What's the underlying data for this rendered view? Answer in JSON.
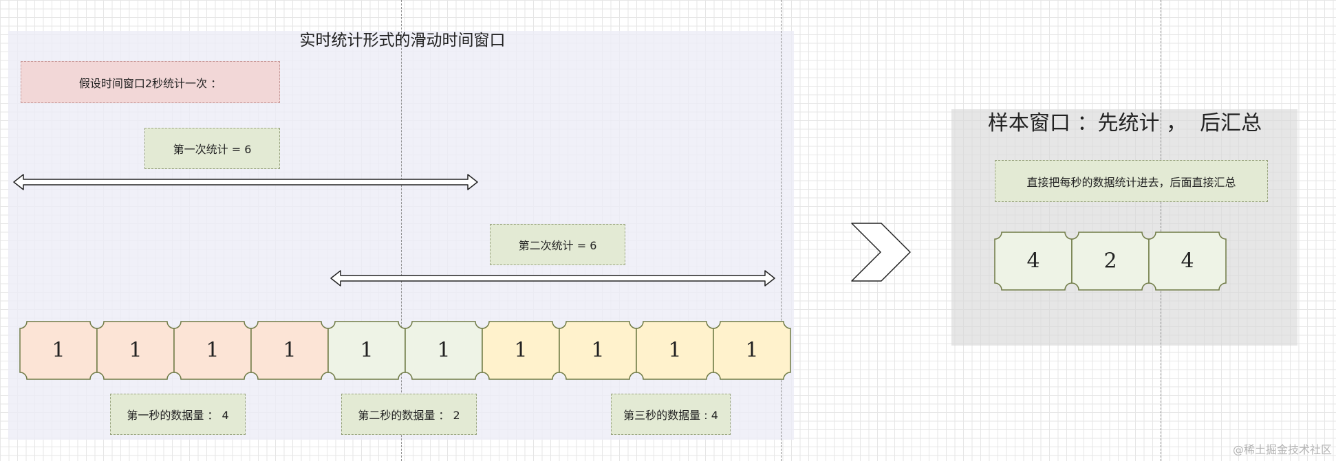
{
  "title_left": "实时统计形式的滑动时间窗口",
  "title_right": "样本窗口 ：先统计 ，  后汇总",
  "notes": {
    "assume": "假设时间窗口2秒统计一次 ：",
    "stat1": "第一次统计 = 6",
    "stat2": "第二次统计 = 6",
    "sec1": "第一秒的数据量 ： 4",
    "sec2": "第二秒的数据量 ： 2",
    "sec3": "第三秒的数据量 : 4",
    "direct": "直接把每秒的数据统计进去，后面直接汇总"
  },
  "sliding_cells": [
    {
      "value": "1",
      "group": "sec1"
    },
    {
      "value": "1",
      "group": "sec1"
    },
    {
      "value": "1",
      "group": "sec1"
    },
    {
      "value": "1",
      "group": "sec1"
    },
    {
      "value": "1",
      "group": "sec2"
    },
    {
      "value": "1",
      "group": "sec2"
    },
    {
      "value": "1",
      "group": "sec3"
    },
    {
      "value": "1",
      "group": "sec3"
    },
    {
      "value": "1",
      "group": "sec3"
    },
    {
      "value": "1",
      "group": "sec3"
    }
  ],
  "sample_cells": [
    {
      "value": "4"
    },
    {
      "value": "2"
    },
    {
      "value": "4"
    }
  ],
  "colors": {
    "sec1": "#fce4d6",
    "sec2": "#eef3e6",
    "sec3": "#fff2cc",
    "sample": "#eef3e6",
    "cell_stroke": "#6f7a45"
  },
  "watermark": "@稀土掘金技术社区"
}
